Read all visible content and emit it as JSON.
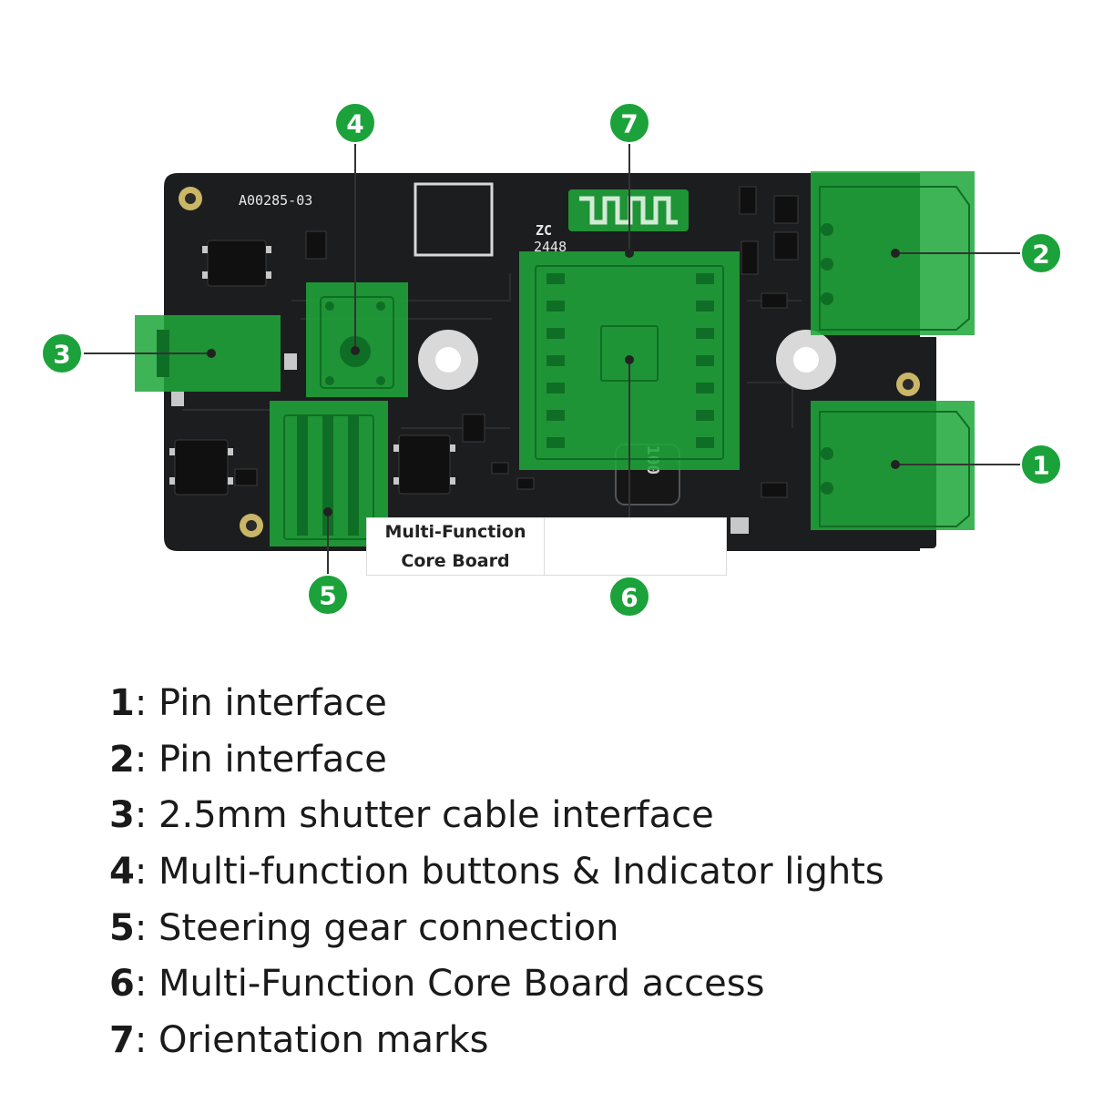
{
  "board": {
    "silkscreen_id": "A00285-03",
    "silkscreen_zc": "ZC",
    "silkscreen_code": "2448",
    "inductor_marking": "100",
    "core_board_label": "Multi-Function\nCore Board"
  },
  "colors": {
    "pcb": "#1c1d1f",
    "highlight": "#1fa83a",
    "marker": "#1ba23a",
    "leader": "#333333"
  },
  "markers": [
    {
      "num": "1",
      "label": "Pin interface"
    },
    {
      "num": "2",
      "label": "Pin interface"
    },
    {
      "num": "3",
      "label": "2.5mm shutter cable interface"
    },
    {
      "num": "4",
      "label": "Multi-function buttons & Indicator lights"
    },
    {
      "num": "5",
      "label": "Steering gear connection"
    },
    {
      "num": "6",
      "label": "Multi-Function Core Board access"
    },
    {
      "num": "7",
      "label": "Orientation marks"
    }
  ]
}
